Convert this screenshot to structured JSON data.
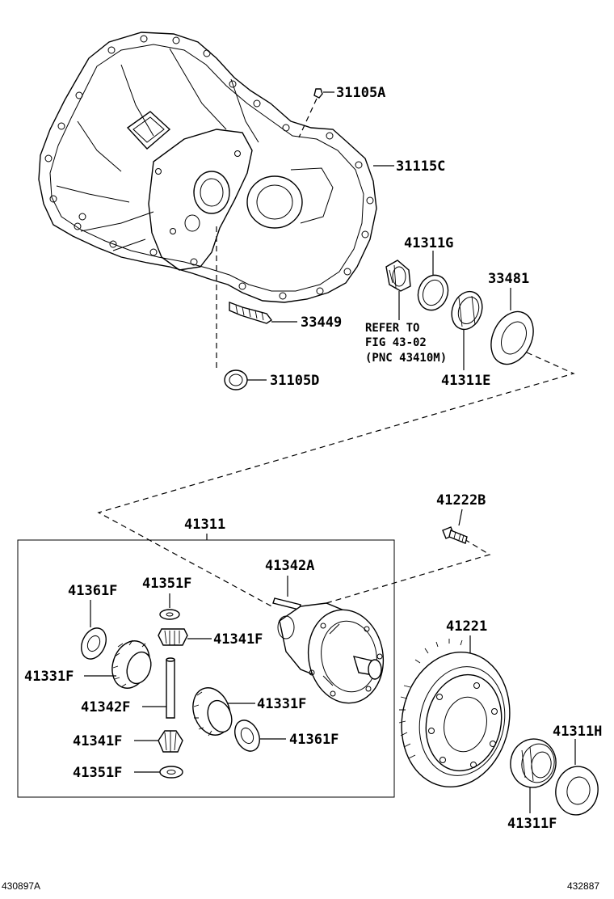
{
  "labels": {
    "p31105A": "31105A",
    "p31115C": "31115C",
    "p41311G": "41311G",
    "p33481": "33481",
    "refer_line1": "REFER TO",
    "refer_line2": "FIG 43-02",
    "refer_line3": "(PNC 43410M)",
    "p41311E": "41311E",
    "p33449": "33449",
    "p31105D": "31105D",
    "p41222B": "41222B",
    "p41311": "41311",
    "p41342A": "41342A",
    "p41361F_left": "41361F",
    "p41351F_top": "41351F",
    "p41341F_top": "41341F",
    "p41331F_left": "41331F",
    "p41342F": "41342F",
    "p41331F_right": "41331F",
    "p41341F_bottom": "41341F",
    "p41361F_right": "41361F",
    "p41351F_bottom": "41351F",
    "p41221": "41221",
    "p41311H": "41311H",
    "p41311F": "41311F"
  },
  "footer": {
    "left_code": "430897A",
    "right_code": "432887"
  },
  "icons": [
    "transaxle-case-icon",
    "plug-icon",
    "oil-seal-icon",
    "bearing-race-icon",
    "shim-icon",
    "bearing-icon",
    "speedometer-gear-icon",
    "bolt-icon",
    "differential-case-icon",
    "pin-icon",
    "thrust-washer-icon",
    "pinion-gear-icon",
    "side-gear-icon",
    "shaft-icon",
    "ring-gear-icon"
  ]
}
